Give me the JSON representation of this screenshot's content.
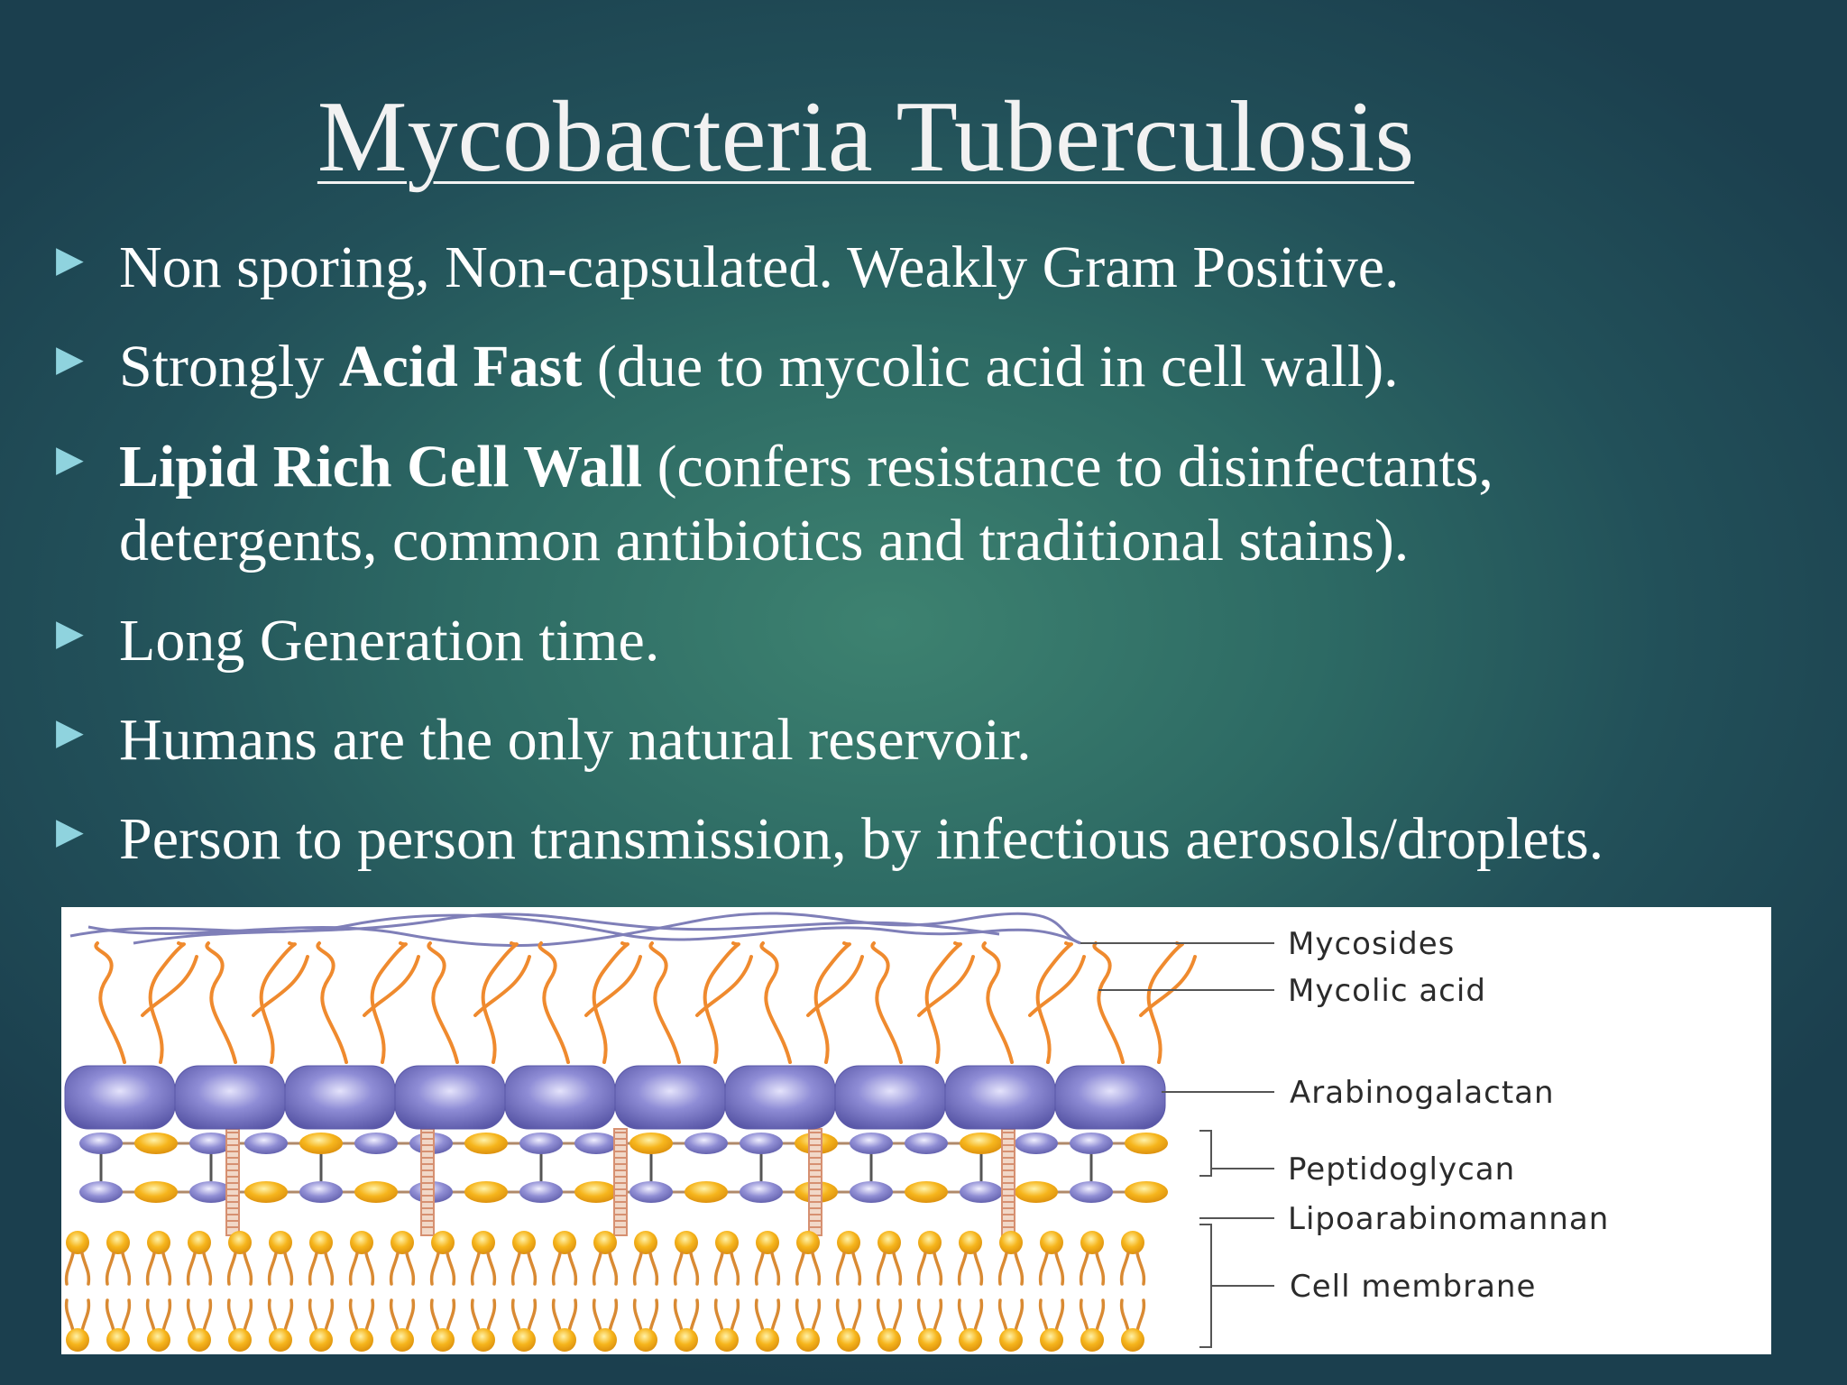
{
  "title": "Mycobacteria Tuberculosis",
  "bullets": [
    {
      "parts": [
        {
          "t": "Non sporing, Non-capsulated. Weakly Gram Positive.",
          "b": false
        }
      ]
    },
    {
      "parts": [
        {
          "t": "Strongly ",
          "b": false
        },
        {
          "t": "Acid Fast",
          "b": true
        },
        {
          "t": " (due to mycolic acid in cell wall).",
          "b": false
        }
      ]
    },
    {
      "parts": [
        {
          "t": "Lipid Rich Cell Wall",
          "b": true
        },
        {
          "t": " (confers resistance to disinfectants,",
          "b": false
        }
      ],
      "line2": "detergents, common antibiotics and traditional stains)."
    },
    {
      "parts": [
        {
          "t": "Long Generation time.",
          "b": false
        }
      ]
    },
    {
      "parts": [
        {
          "t": "Humans are the only natural reservoir.",
          "b": false
        }
      ]
    },
    {
      "parts": [
        {
          "t": "Person to person transmission, by infectious aerosols/droplets.",
          "b": false
        }
      ]
    }
  ],
  "bullet_icon": "triangle-right-icon",
  "diagram": {
    "labels": {
      "mycosides": "Mycosides",
      "mycolic_acid": "Mycolic acid",
      "arabinogalactan": "Arabinogalactan",
      "peptidoglycan": "Peptidoglycan",
      "lipoarabinomannan": "Lipoarabinomannan",
      "cell_membrane": "Cell membrane"
    },
    "colors": {
      "mycosides": "#7f7fb8",
      "mycolic_acid": "#ef8a2e",
      "arabinogalactan": "#7a78c4",
      "peptidoglycan_orange": "#f2b21c",
      "peptidoglycan_purple": "#8e8cd0",
      "lipoarabinomannan": "#d69071",
      "membrane_head": "#f6b51c",
      "membrane_tail": "#d98a33"
    }
  }
}
